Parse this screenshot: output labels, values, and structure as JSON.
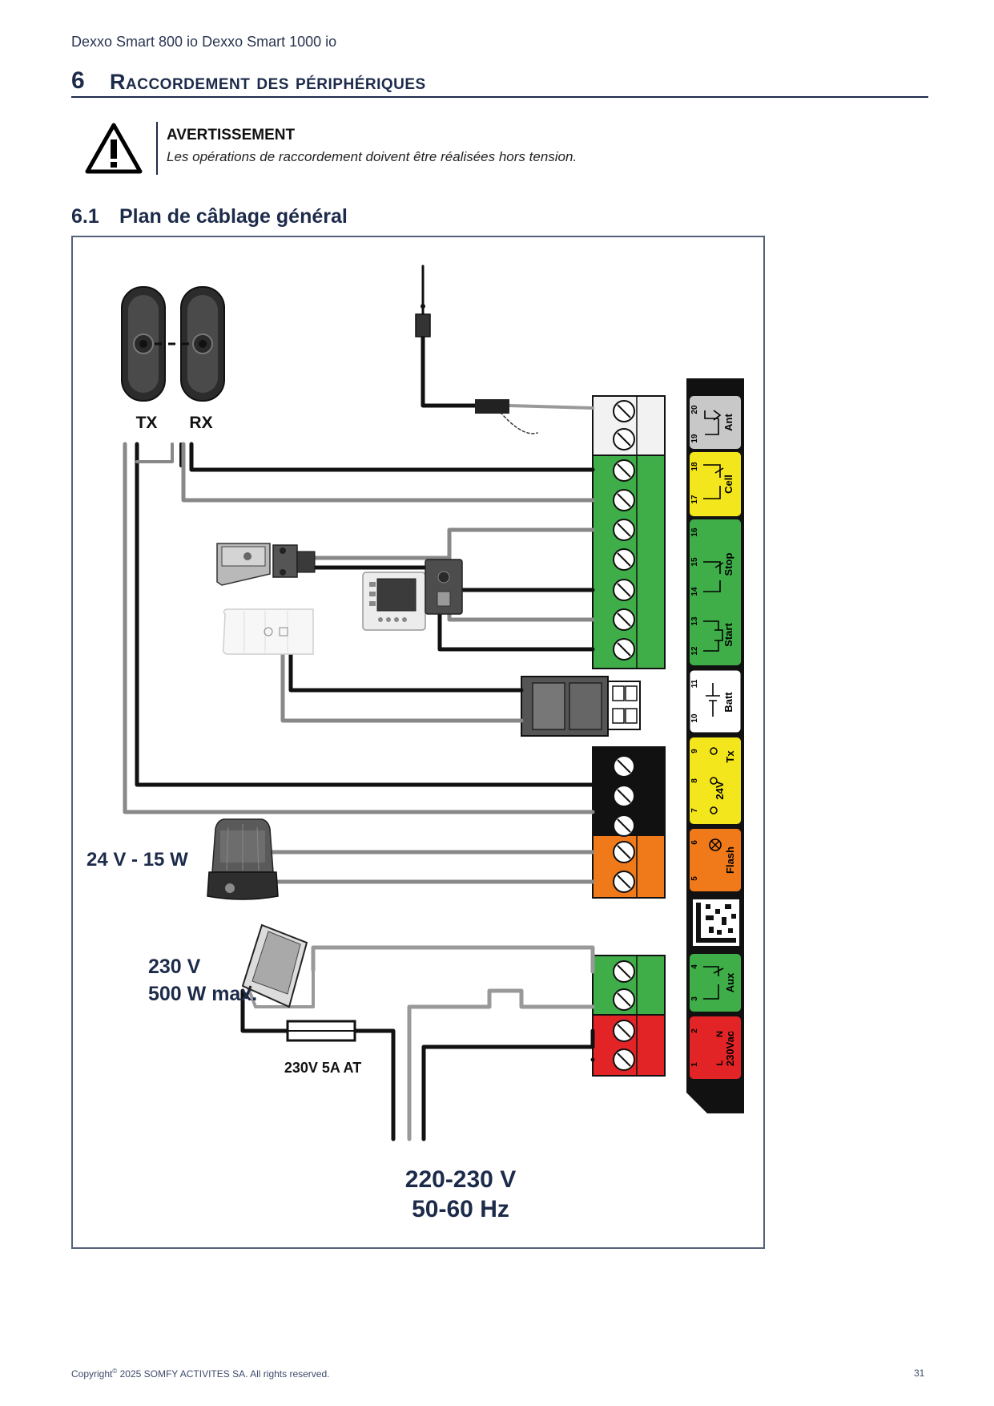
{
  "header": {
    "doc_title": "Dexxo Smart 800 io Dexxo Smart 1000 io"
  },
  "section": {
    "number": "6",
    "title": "Raccordement des périphériques"
  },
  "warning": {
    "icon": "warning-triangle-icon",
    "title": "AVERTISSEMENT",
    "text": "Les opérations de raccordement doivent être réalisées hors tension."
  },
  "subsection": {
    "number": "6.1",
    "title": "Plan de câblage général"
  },
  "diagram": {
    "photocell_labels": {
      "tx": "TX",
      "rx": "RX"
    },
    "flash_label": "24 V - 15 W",
    "lamp_label_1": "230 V",
    "lamp_label_2": "500 W max.",
    "fuse_label": "230V 5A AT",
    "mains_label_1": "220-230 V",
    "mains_label_2": "50-60 Hz",
    "terminals": {
      "ant": {
        "name": "Ant",
        "pins": [
          "20",
          "19"
        ],
        "color": "#c8c8c8"
      },
      "cell": {
        "name": "Cell",
        "pins": [
          "18",
          "17"
        ],
        "color": "#f4e61c"
      },
      "stop": {
        "name": "Stop",
        "pins": [
          "16",
          "15",
          "14"
        ],
        "color": "#3fae49"
      },
      "start": {
        "name": "Start",
        "pins": [
          "13",
          "12"
        ],
        "color": "#3fae49"
      },
      "batt": {
        "name": "Batt",
        "pins": [
          "11",
          "10"
        ],
        "color": "#ffffff"
      },
      "tx24": {
        "name": "Tx",
        "name2": "24V",
        "pins": [
          "9",
          "8",
          "7"
        ],
        "color": "#f4e61c"
      },
      "flash": {
        "name": "Flash",
        "pins": [
          "6",
          "5"
        ],
        "color": "#f07a1a"
      },
      "aux": {
        "name": "Aux",
        "pins": [
          "4",
          "3"
        ],
        "color": "#3fae49"
      },
      "mains": {
        "name": "230Vac",
        "sub_l": "L",
        "sub_n": "N",
        "pins": [
          "2",
          "1"
        ],
        "color": "#e32427"
      }
    }
  },
  "footer": {
    "copyright_prefix": "Copyright",
    "copyright_mark": "©",
    "copyright_rest": " 2025 SOMFY ACTIVITES SA. All rights reserved.",
    "page_number": "31"
  }
}
